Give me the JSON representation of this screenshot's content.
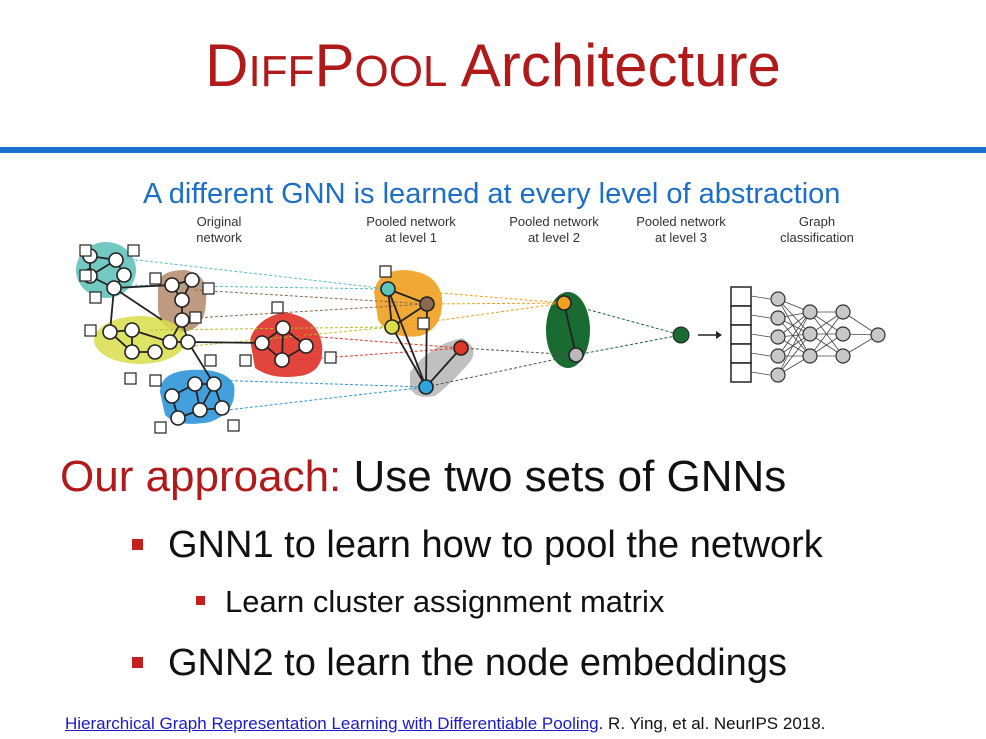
{
  "slide": {
    "title_parts": [
      "D",
      "IFF",
      "P",
      "OOL",
      " Architecture"
    ],
    "subtitle": "A different GNN is learned at every level of abstraction",
    "columns": [
      "Original\nnetwork",
      "Pooled network\nat level 1",
      "Pooled network\nat level 2",
      "Pooled network\nat level 3",
      "Graph\nclassification"
    ],
    "approach_lead": "Our approach:",
    "approach_rest": " Use two sets of GNNs",
    "bullets": [
      "GNN1 to learn how to pool the network",
      "Learn cluster assignment matrix",
      "GNN2 to learn the node embeddings"
    ],
    "reference_link": "Hierarchical Graph Representation Learning with Differentiable Pooling",
    "reference_rest": ". R. Ying, et al. NeurIPS 2018."
  },
  "colors": {
    "title_red": "#b11a1a",
    "accent_blue": "#1a6fd1",
    "cluster_teal": "#5bbfb7",
    "cluster_brown": "#b38a6a",
    "cluster_yellow": "#d8de4a",
    "cluster_blue": "#2f96d8",
    "cluster_red": "#e0352b",
    "cluster_orange": "#f0a020",
    "cluster_gray": "#b9b9b9",
    "cluster_green": "#1a6b32"
  }
}
